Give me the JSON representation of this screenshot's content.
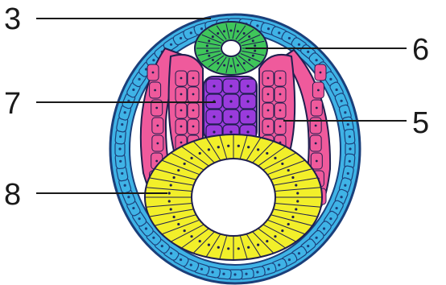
{
  "labels": [
    {
      "id": "3",
      "text": "3"
    },
    {
      "id": "6",
      "text": "6"
    },
    {
      "id": "7",
      "text": "7"
    },
    {
      "id": "5",
      "text": "5"
    },
    {
      "id": "8",
      "text": "8"
    }
  ],
  "colors": {
    "ectoderm_blue": "#3fb3e6",
    "ectoderm_outline": "#1b3f7a",
    "mesoderm_pink": "#ef5a9c",
    "neural_tube_green": "#3fc65a",
    "notochord_purple": "#9a3bdc",
    "endoderm_yellow": "#f2ef2a",
    "outline": "#1f1f4f"
  }
}
